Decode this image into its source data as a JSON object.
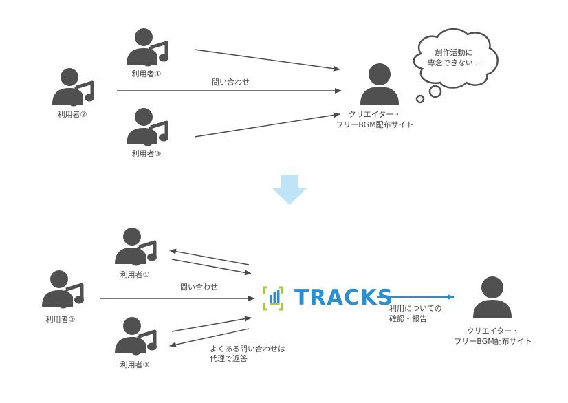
{
  "colors": {
    "icon": "#505050",
    "arrow": "#4a4a4a",
    "accent_blue": "#2a8fd0",
    "big_arrow": "#bfe4f7",
    "logo_green": "#9ecf3a"
  },
  "before": {
    "user1_label": "利用者①",
    "user2_label": "利用者②",
    "user3_label": "利用者③",
    "inquiry_label": "問い合わせ",
    "creator_label_line1": "クリエイター・",
    "creator_label_line2": "フリーBGM配布サイト",
    "thought_line1": "創作活動に",
    "thought_line2": "専念できない..."
  },
  "after": {
    "user1_label": "利用者①",
    "user2_label": "利用者②",
    "user3_label": "利用者③",
    "inquiry_label": "問い合わせ",
    "reply_line1": "よくある問い合わせは",
    "reply_line2": "代理で返答",
    "logo_text": "TRACKS",
    "report_line1": "利用についての",
    "report_line2": "確認・報告",
    "creator_label_line1": "クリエイター・",
    "creator_label_line2": "フリーBGM配布サイト"
  },
  "icons": [
    "user-with-music-note-icon",
    "person-icon",
    "thought-bubble-icon",
    "down-arrow-icon",
    "tracks-logo-icon"
  ]
}
